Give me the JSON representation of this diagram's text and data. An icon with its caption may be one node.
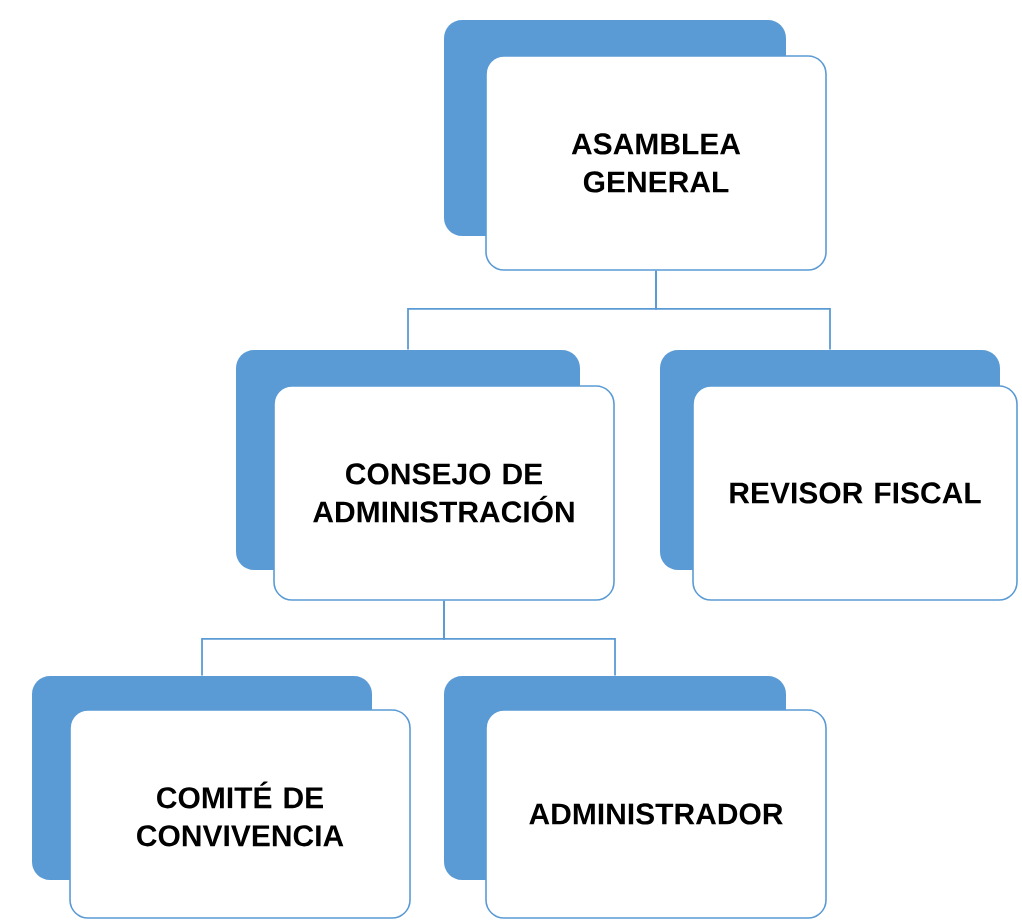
{
  "diagram": {
    "nodes": [
      {
        "text": [
          "ASAMBLEA GENERAL"
        ]
      },
      {
        "text": [
          "CONSEJO DE ADMINISTRACIÓN"
        ]
      },
      {
        "text": [
          "REVISOR FISCAL"
        ]
      },
      {
        "text": [
          "COMITÉ DE CONVIVENCIA"
        ]
      },
      {
        "text": [
          "ADMINISTRADOR"
        ]
      }
    ],
    "edges": [
      {
        "from": 0,
        "to": 1,
        "arrow": "none"
      },
      {
        "from": 0,
        "to": 2,
        "arrow": "none"
      },
      {
        "from": 1,
        "to": 3,
        "arrow": "none"
      },
      {
        "from": 1,
        "to": 4,
        "arrow": "none"
      }
    ]
  }
}
